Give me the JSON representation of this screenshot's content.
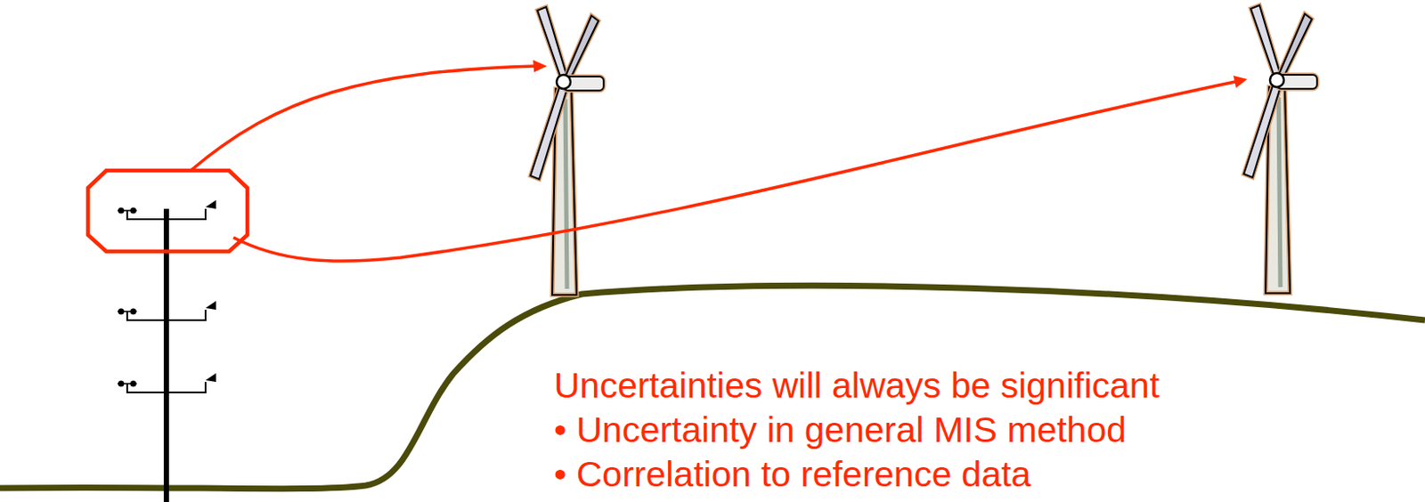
{
  "diagram": {
    "labels": [
      "Uncertainties will always be significant",
      "• Uncertainty in general MIS method",
      "• Correlation to reference data"
    ]
  }
}
